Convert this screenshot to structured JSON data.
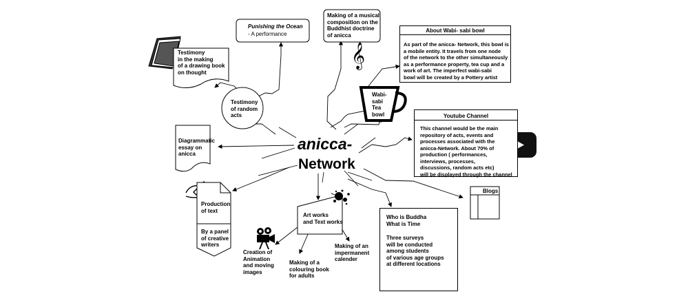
{
  "center": {
    "line1": "anicca-",
    "line2": "Network"
  },
  "nodes": {
    "testimony_book": "Testimony\nin the making\nof a drawing book\non thought",
    "punishing_title": "Punishing the Ocean",
    "punishing_sub": "- A performance",
    "musical": "Making of a musical\ncomposition on  the\nBuddhist doctrine\nof anicca",
    "wabi_header": "About Wabi- sabi bowl",
    "wabi_body": "As part of the anicca- Network, this bowl is\na mobile  entity. It travels from one node\nof the network to the other simultaneously\nas a performance property, tea cup and a\nwork of art. The imperfect wabi-sabi\nbowl will be created by a Pottery artist",
    "random_acts": "Testimony\nof random\nacts",
    "tea_bowl": "Wabi-\nsabi\nTea\nbowl",
    "youtube_header": "Youtube Channel",
    "youtube_body": "This channel would be the main\nrepository of acts, events and\nprocesses associated with the\nanicca-Network. About  70% of\nproduction ( performances,\ninterviews, processes,\ndiscussions, random acts etc)\nwill be displayed through the channel",
    "essay": "Diagrammatic\nessay on\nanicca",
    "production": "Production\nof text",
    "panel": "By a panel\nof creative\nwriters",
    "artworks": "Art works\nand Text works",
    "animation": "Creation of\nAnimation\nand moving\nimages",
    "colouring": "Making of a\ncolouring book\nfor adults",
    "calender": "Making of an\nimpermanent\ncalender",
    "buddha_title": "Who is Buddha\nWhat is Time",
    "buddha_body": "Three surveys\nwill be conducted\namong students\nof various age groups\nat different locations",
    "blogs": "Blogs"
  }
}
